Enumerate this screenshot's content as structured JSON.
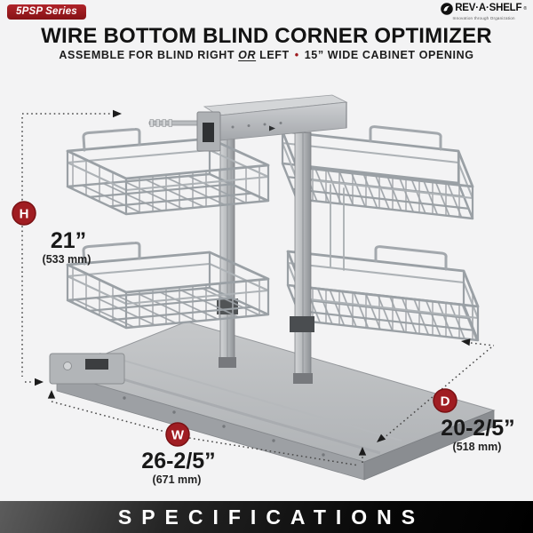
{
  "header": {
    "series_badge": "5PSP Series",
    "logo": {
      "brand": "REV·A·SHELF",
      "reg": "®",
      "tagline": "Innovation through Organization"
    },
    "title": "WIRE BOTTOM BLIND CORNER OPTIMIZER",
    "subtitle": {
      "pre": "ASSEMBLE FOR BLIND RIGHT",
      "or": "OR",
      "mid": "LEFT",
      "bullet": "•",
      "post": "15” WIDE CABINET OPENING"
    }
  },
  "dimensions": {
    "height": {
      "label": "H",
      "value": "21”",
      "metric": "(533 mm)"
    },
    "width": {
      "label": "W",
      "value": "26-2/5”",
      "metric": "(671 mm)"
    },
    "depth": {
      "label": "D",
      "value": "20-2/5”",
      "metric": "(518 mm)"
    }
  },
  "footer": {
    "banner": "SPECIFICATIONS"
  },
  "colors": {
    "accent_red": "#9E1B1F",
    "banner_dark": "#0A0A0A",
    "background": "#F3F3F4",
    "chrome": "#9AA0A5"
  }
}
